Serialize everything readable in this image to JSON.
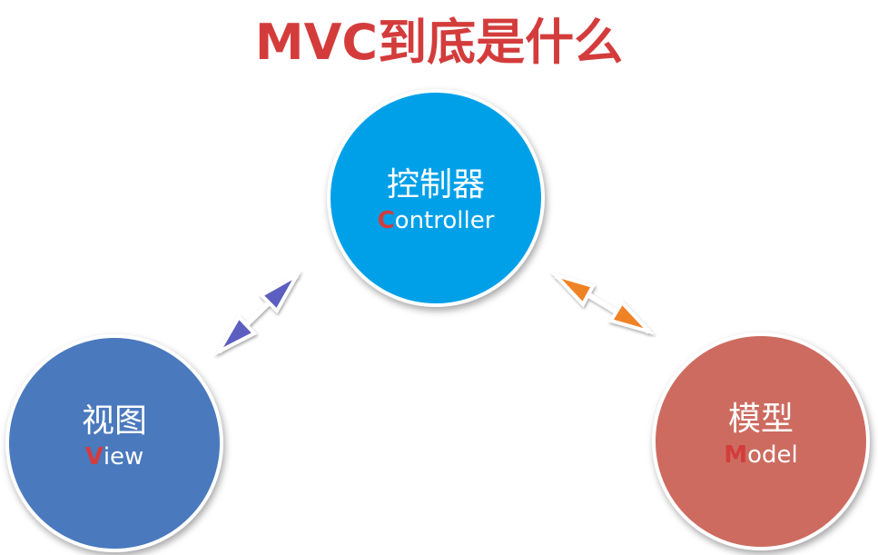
{
  "title": "MVC到底是什么",
  "nodes": {
    "controller": {
      "cn": "控制器",
      "en_first": "C",
      "en_rest": "ontroller",
      "color": "#00a0e9"
    },
    "view": {
      "cn": "视图",
      "en_first": "V",
      "en_rest": "iew",
      "color": "#4a79bd"
    },
    "model": {
      "cn": "模型",
      "en_first": "M",
      "en_rest": "odel",
      "color": "#cd6b60"
    }
  },
  "edges": [
    {
      "from": "view",
      "to": "controller",
      "direction": "bidirectional",
      "color": "#5b5fbf"
    },
    {
      "from": "controller",
      "to": "model",
      "direction": "bidirectional",
      "color": "#f08228"
    }
  ]
}
